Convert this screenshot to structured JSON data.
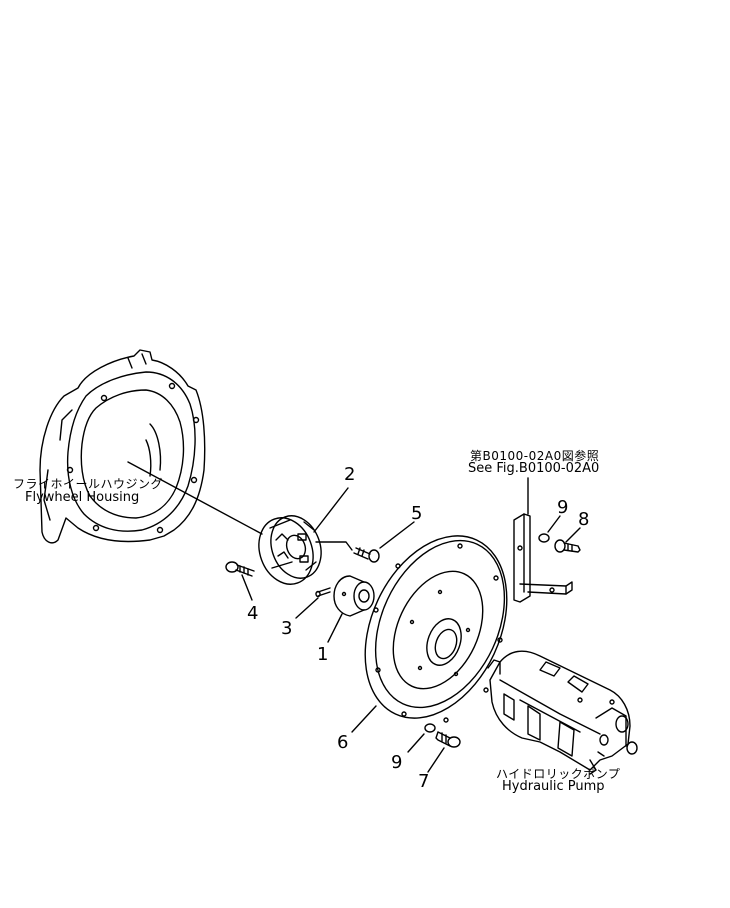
{
  "labels": {
    "flywheel_housing_jp": "フライホイールハウジング",
    "flywheel_housing_en": "Flywheel Housing",
    "hydraulic_pump_jp": "ハイドロリックポンプ",
    "hydraulic_pump_en": "Hydraulic Pump",
    "see_fig_jp": "第B0100-02A0図参照",
    "see_fig_en": "See Fig.B0100-02A0"
  },
  "callouts": {
    "c1": "1",
    "c2": "2",
    "c3": "3",
    "c4": "4",
    "c5": "5",
    "c6": "6",
    "c7": "7",
    "c8": "8",
    "c9a": "9",
    "c9b": "9"
  },
  "colors": {
    "line": "#000000",
    "background": "#ffffff"
  }
}
